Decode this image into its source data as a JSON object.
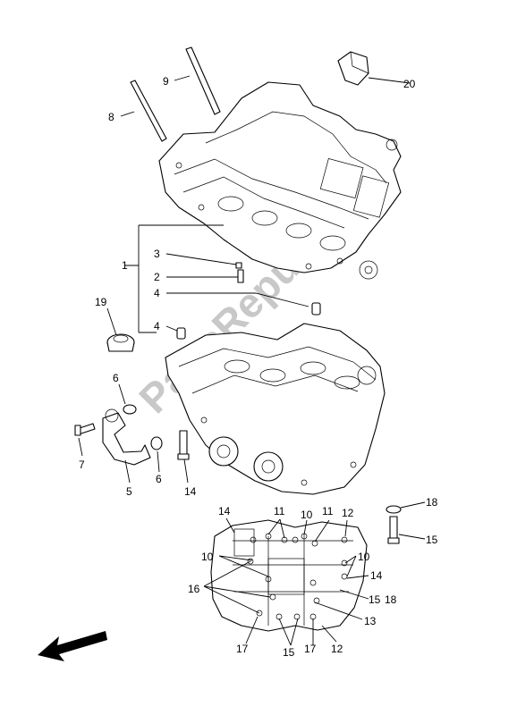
{
  "watermark": "PartsRepublik",
  "callouts": [
    {
      "id": "c-20",
      "text": "20"
    },
    {
      "id": "c-9",
      "text": "9"
    },
    {
      "id": "c-8",
      "text": "8"
    },
    {
      "id": "c-1",
      "text": "1"
    },
    {
      "id": "c-3",
      "text": "3"
    },
    {
      "id": "c-2",
      "text": "2"
    },
    {
      "id": "c-4a",
      "text": "4"
    },
    {
      "id": "c-19",
      "text": "19"
    },
    {
      "id": "c-4b",
      "text": "4"
    },
    {
      "id": "c-6a",
      "text": "6"
    },
    {
      "id": "c-7",
      "text": "7"
    },
    {
      "id": "c-5",
      "text": "5"
    },
    {
      "id": "c-6b",
      "text": "6"
    },
    {
      "id": "c-14a",
      "text": "14"
    },
    {
      "id": "c-18a",
      "text": "18"
    },
    {
      "id": "c-15a",
      "text": "15"
    },
    {
      "id": "c-14b",
      "text": "14"
    },
    {
      "id": "c-11a",
      "text": "11"
    },
    {
      "id": "c-10a",
      "text": "10"
    },
    {
      "id": "c-11b",
      "text": "11"
    },
    {
      "id": "c-12a",
      "text": "12"
    },
    {
      "id": "c-10b",
      "text": "10"
    },
    {
      "id": "c-10c",
      "text": "10"
    },
    {
      "id": "c-14c",
      "text": "14"
    },
    {
      "id": "c-16",
      "text": "16"
    },
    {
      "id": "c-15b",
      "text": "15"
    },
    {
      "id": "c-18b",
      "text": "18"
    },
    {
      "id": "c-13",
      "text": "13"
    },
    {
      "id": "c-17a",
      "text": "17"
    },
    {
      "id": "c-15c",
      "text": "15"
    },
    {
      "id": "c-17b",
      "text": "17"
    },
    {
      "id": "c-12b",
      "text": "12"
    }
  ]
}
